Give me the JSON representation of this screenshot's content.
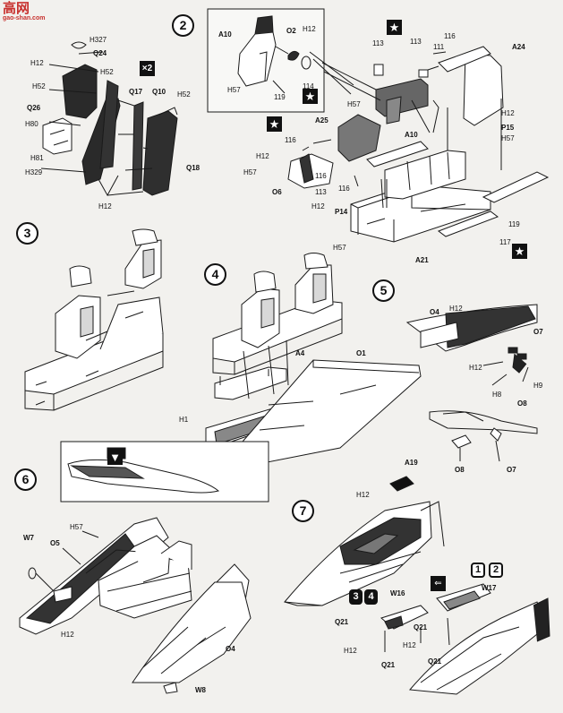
{
  "watermark": {
    "chars": "高网",
    "url": "gao-shan.com"
  },
  "steps": [
    "2",
    "3",
    "4",
    "5",
    "6",
    "7"
  ],
  "badges": {
    "x2": "×2"
  },
  "decal_groups": [
    [
      "3",
      "4"
    ],
    [
      "1",
      "2"
    ]
  ],
  "labels": {
    "h327": "H327",
    "q24": "Q24",
    "h12a": "H12",
    "h52a": "H52",
    "h52b": "H52",
    "q26": "Q26",
    "h80": "H80",
    "h81": "H81",
    "h329": "H329",
    "q17": "Q17",
    "q10": "Q10",
    "h52c": "H52",
    "q18": "Q18",
    "h12b": "H12",
    "a10a": "A10",
    "o2": "O2",
    "h12c": "H12",
    "h57a": "H57",
    "n114a": "114",
    "n119a": "119",
    "n113a": "113",
    "n113b": "113",
    "n111a": "111",
    "n116a": "116",
    "a24": "A24",
    "h57b": "H57",
    "h12d": "H12",
    "a10b": "A10",
    "p15": "P15",
    "h57c": "H57",
    "a25": "A25",
    "n116b": "116",
    "h12e": "H12",
    "h57d": "H57",
    "n116c": "116",
    "o6": "O6",
    "n116d": "116",
    "h12f": "H12",
    "p14": "P14",
    "h57e": "H57",
    "a21": "A21",
    "n119b": "119",
    "n117": "117",
    "n113c": "113",
    "a4": "A4",
    "o1": "O1",
    "h1": "H1",
    "o4a": "O4",
    "h12g": "H12",
    "o7a": "O7",
    "h12h": "H12",
    "h8": "H8",
    "h9": "H9",
    "o8a": "O8",
    "o8b": "O8",
    "o7b": "O7",
    "w7": "W7",
    "o5": "O5",
    "h57f": "H57",
    "h12i": "H12",
    "o4b": "O4",
    "w8": "W8",
    "a19": "A19",
    "h12j": "H12",
    "w16": "W16",
    "w17": "W17",
    "q21a": "Q21",
    "h12k": "H12",
    "h12l": "H12",
    "q21b": "Q21",
    "q21c": "Q21",
    "q21d": "Q21"
  }
}
